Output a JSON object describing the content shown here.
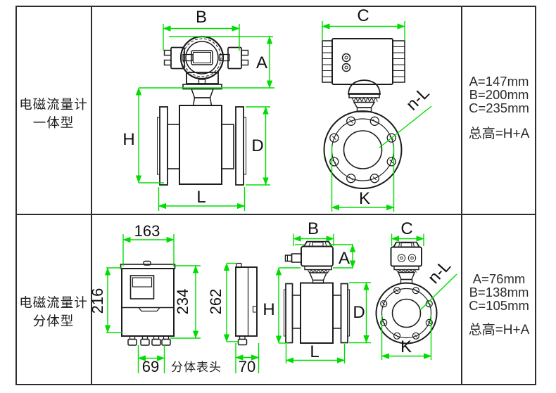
{
  "colors": {
    "dimension_line": "#00dd00",
    "drawing_ink": "#1c1c1c",
    "table_border": "#2d2d2d"
  },
  "rows": [
    {
      "type_label_line1": "电磁流量计",
      "type_label_line2": "一体型",
      "dim_labels": {
        "B": "B",
        "A": "A",
        "H": "H",
        "D": "D",
        "L": "L",
        "C": "C",
        "K": "K",
        "n_L": "n-L"
      },
      "specs": {
        "line1": "A=147mm",
        "line2": "B=200mm",
        "line3": "C=235mm",
        "total": "总高=H+A"
      }
    },
    {
      "type_label_line1": "电磁流量计",
      "type_label_line2": "分体型",
      "dim_labels": {
        "B": "B",
        "A": "A",
        "H": "H",
        "D": "D",
        "L": "L",
        "C": "C",
        "K": "K",
        "n_L": "n-L"
      },
      "converter_dims": {
        "width_front": "163",
        "height_left": "216",
        "height_right": "234",
        "height_side": "262",
        "gland_span": "69",
        "depth": "70"
      },
      "caption": "分体表头",
      "specs": {
        "line1": "A=76mm",
        "line2": "B=138mm",
        "line3": "C=105mm",
        "total": "总高=H+A"
      }
    }
  ]
}
